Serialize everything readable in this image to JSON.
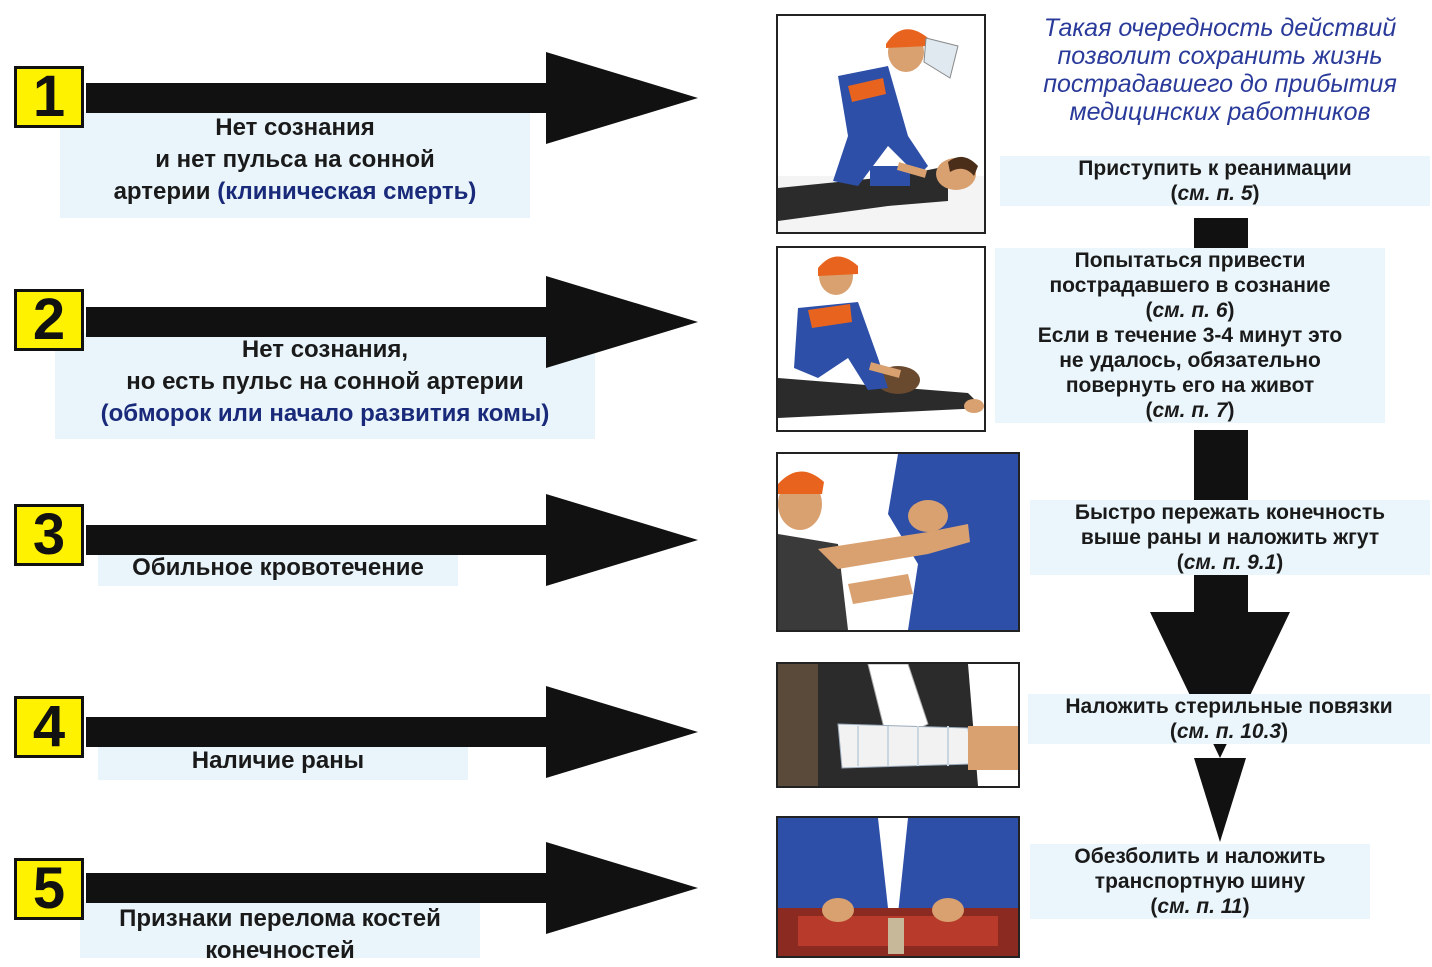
{
  "note": {
    "line1": "Такая очередность действий",
    "line2": "позволит сохранить жизнь",
    "line3": "пострадавшего до прибытия",
    "line4": "медицинских работников"
  },
  "steps": [
    {
      "number": "1",
      "lines": [
        "Нет сознания",
        "и нет пульса на сонной"
      ],
      "line3_plain": "артерии ",
      "line3_blue": "(клиническая смерть)"
    },
    {
      "number": "2",
      "lines": [
        "Нет сознания,",
        "но есть пульс на сонной артерии"
      ],
      "line3_blue": "(обморок или начало развития комы)"
    },
    {
      "number": "3",
      "lines": [
        "Обильное кровотечение"
      ]
    },
    {
      "number": "4",
      "lines": [
        "Наличие раны"
      ]
    },
    {
      "number": "5",
      "lines": [
        "Признаки перелома костей",
        "конечностей"
      ]
    }
  ],
  "actions": [
    {
      "lines": [
        "Приступить к реанимации"
      ],
      "ref": "см. п. 5"
    },
    {
      "lines": [
        "Попытаться привести",
        "пострадавшего в сознание"
      ],
      "ref": "см. п. 6",
      "lines2": [
        "Если в течение 3-4 минут это",
        "не удалось, обязательно",
        "повернуть его на живот"
      ],
      "ref2": "см. п. 7"
    },
    {
      "lines": [
        "Быстро пережать конечность",
        "выше раны и наложить жгут"
      ],
      "ref": "см. п. 9.1"
    },
    {
      "lines": [
        "Наложить стерильные повязки"
      ],
      "ref": "см. п. 10.3"
    },
    {
      "lines": [
        "Обезболить и наложить",
        "транспортную шину"
      ],
      "ref": "см. п. 11"
    }
  ],
  "colors": {
    "number_box": "#fff200",
    "arrow": "#111111",
    "blue_text": "#1a2a7a",
    "note_text": "#2a3a9a",
    "worker_suit": "#2d4fa8",
    "worker_accent": "#e8641e"
  }
}
